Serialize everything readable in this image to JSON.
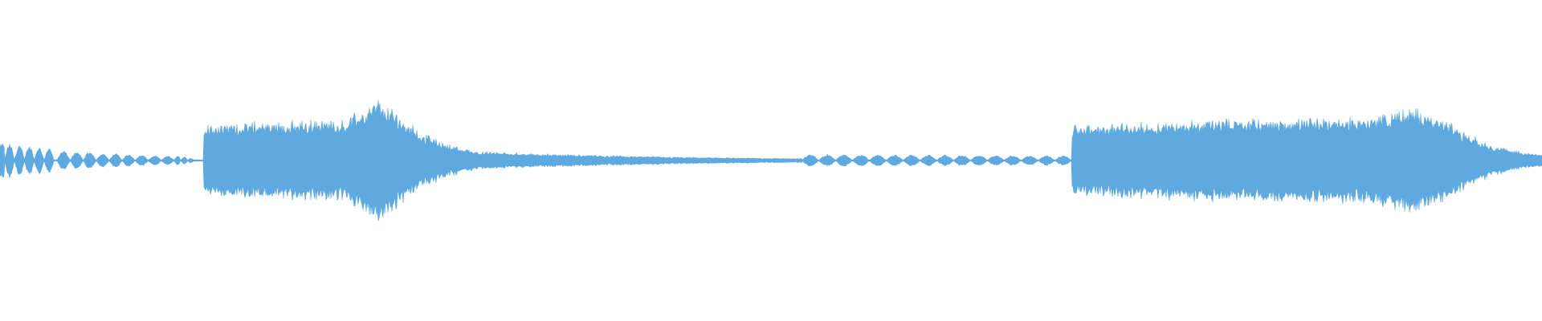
{
  "waveform": {
    "color": "#5DA9E0",
    "background": "#ffffff",
    "segments": [
      {
        "type": "noise",
        "t0": 0.0,
        "t1": 0.003,
        "a0": 0.08,
        "a1": 0.1
      },
      {
        "type": "pulses",
        "t0": 0.003,
        "t1": 0.035,
        "count": 5,
        "amp": 0.09,
        "decay": 0.25
      },
      {
        "type": "pulses",
        "t0": 0.037,
        "t1": 0.113,
        "count": 9,
        "amp": 0.05,
        "decay": 0.55
      },
      {
        "type": "pulses",
        "t0": 0.113,
        "t1": 0.126,
        "count": 3,
        "amp": 0.025,
        "decay": 0.45
      },
      {
        "type": "line",
        "t0": 0.126,
        "t1": 0.132,
        "amp": 0.004
      },
      {
        "type": "noise",
        "t0": 0.132,
        "t1": 0.225,
        "a0": 0.19,
        "a1": 0.21
      },
      {
        "type": "noise",
        "t0": 0.225,
        "t1": 0.245,
        "a0": 0.21,
        "a1": 0.32
      },
      {
        "type": "noise",
        "t0": 0.245,
        "t1": 0.255,
        "a0": 0.32,
        "a1": 0.26
      },
      {
        "type": "decay",
        "t0": 0.255,
        "t1": 0.31,
        "a0": 0.26,
        "a1": 0.045
      },
      {
        "type": "decay",
        "t0": 0.31,
        "t1": 0.52,
        "a0": 0.045,
        "a1": 0.01
      },
      {
        "type": "pulses",
        "t0": 0.52,
        "t1": 0.695,
        "count": 16,
        "amp": 0.032,
        "decay": 0.2
      },
      {
        "type": "line",
        "t0": 0.695,
        "t1": 0.695,
        "amp": 0.004
      },
      {
        "type": "noise",
        "t0": 0.695,
        "t1": 0.78,
        "a0": 0.18,
        "a1": 0.21
      },
      {
        "type": "noise",
        "t0": 0.78,
        "t1": 0.88,
        "a0": 0.21,
        "a1": 0.22
      },
      {
        "type": "noise",
        "t0": 0.88,
        "t1": 0.918,
        "a0": 0.22,
        "a1": 0.27
      },
      {
        "type": "noise",
        "t0": 0.918,
        "t1": 0.94,
        "a0": 0.27,
        "a1": 0.2
      },
      {
        "type": "decay",
        "t0": 0.94,
        "t1": 1.0,
        "a0": 0.2,
        "a1": 0.028
      }
    ]
  }
}
